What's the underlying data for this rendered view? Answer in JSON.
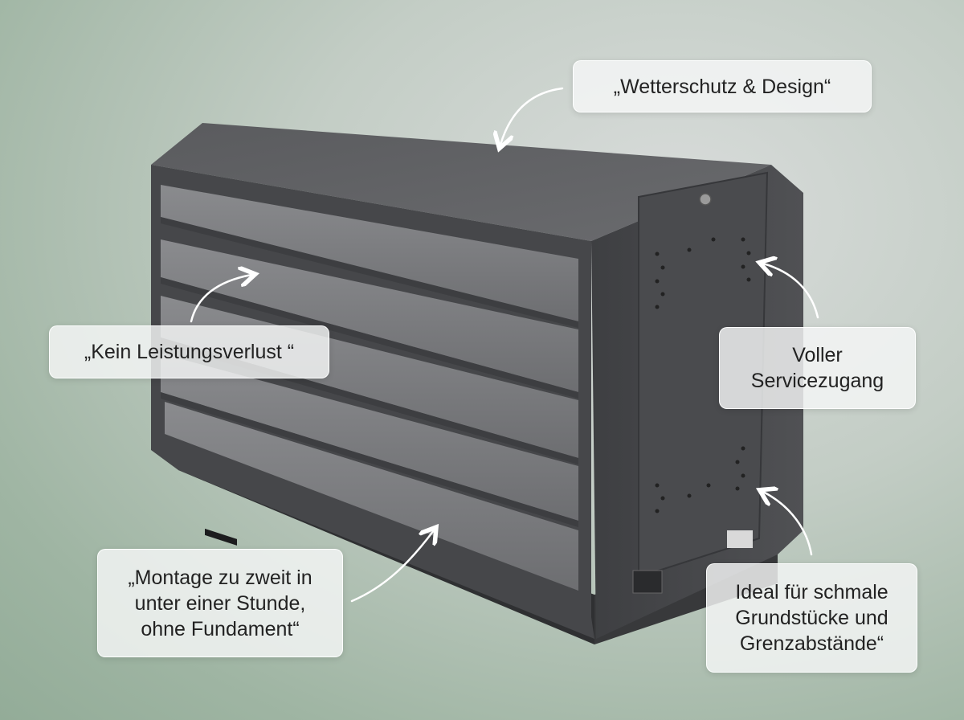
{
  "callouts": {
    "weather": {
      "lines": [
        "„Wetterschutz & Design“"
      ]
    },
    "performance": {
      "lines": [
        "„Kein Leistungsverlust “"
      ]
    },
    "service": {
      "lines": [
        "Voller",
        "Servicezugang"
      ]
    },
    "mounting": {
      "lines": [
        "„Montage zu zweit in",
        "unter einer Stunde,",
        "ohne Fundament“"
      ]
    },
    "narrow": {
      "lines": [
        "Ideal für schmale",
        "Grundstücke und",
        "Grenzabstände“"
      ]
    }
  },
  "colors": {
    "housing": "#4a4b4e",
    "housing_dark": "#3a3b3d",
    "louver": "#7c7d80",
    "arrow": "#ffffff"
  }
}
